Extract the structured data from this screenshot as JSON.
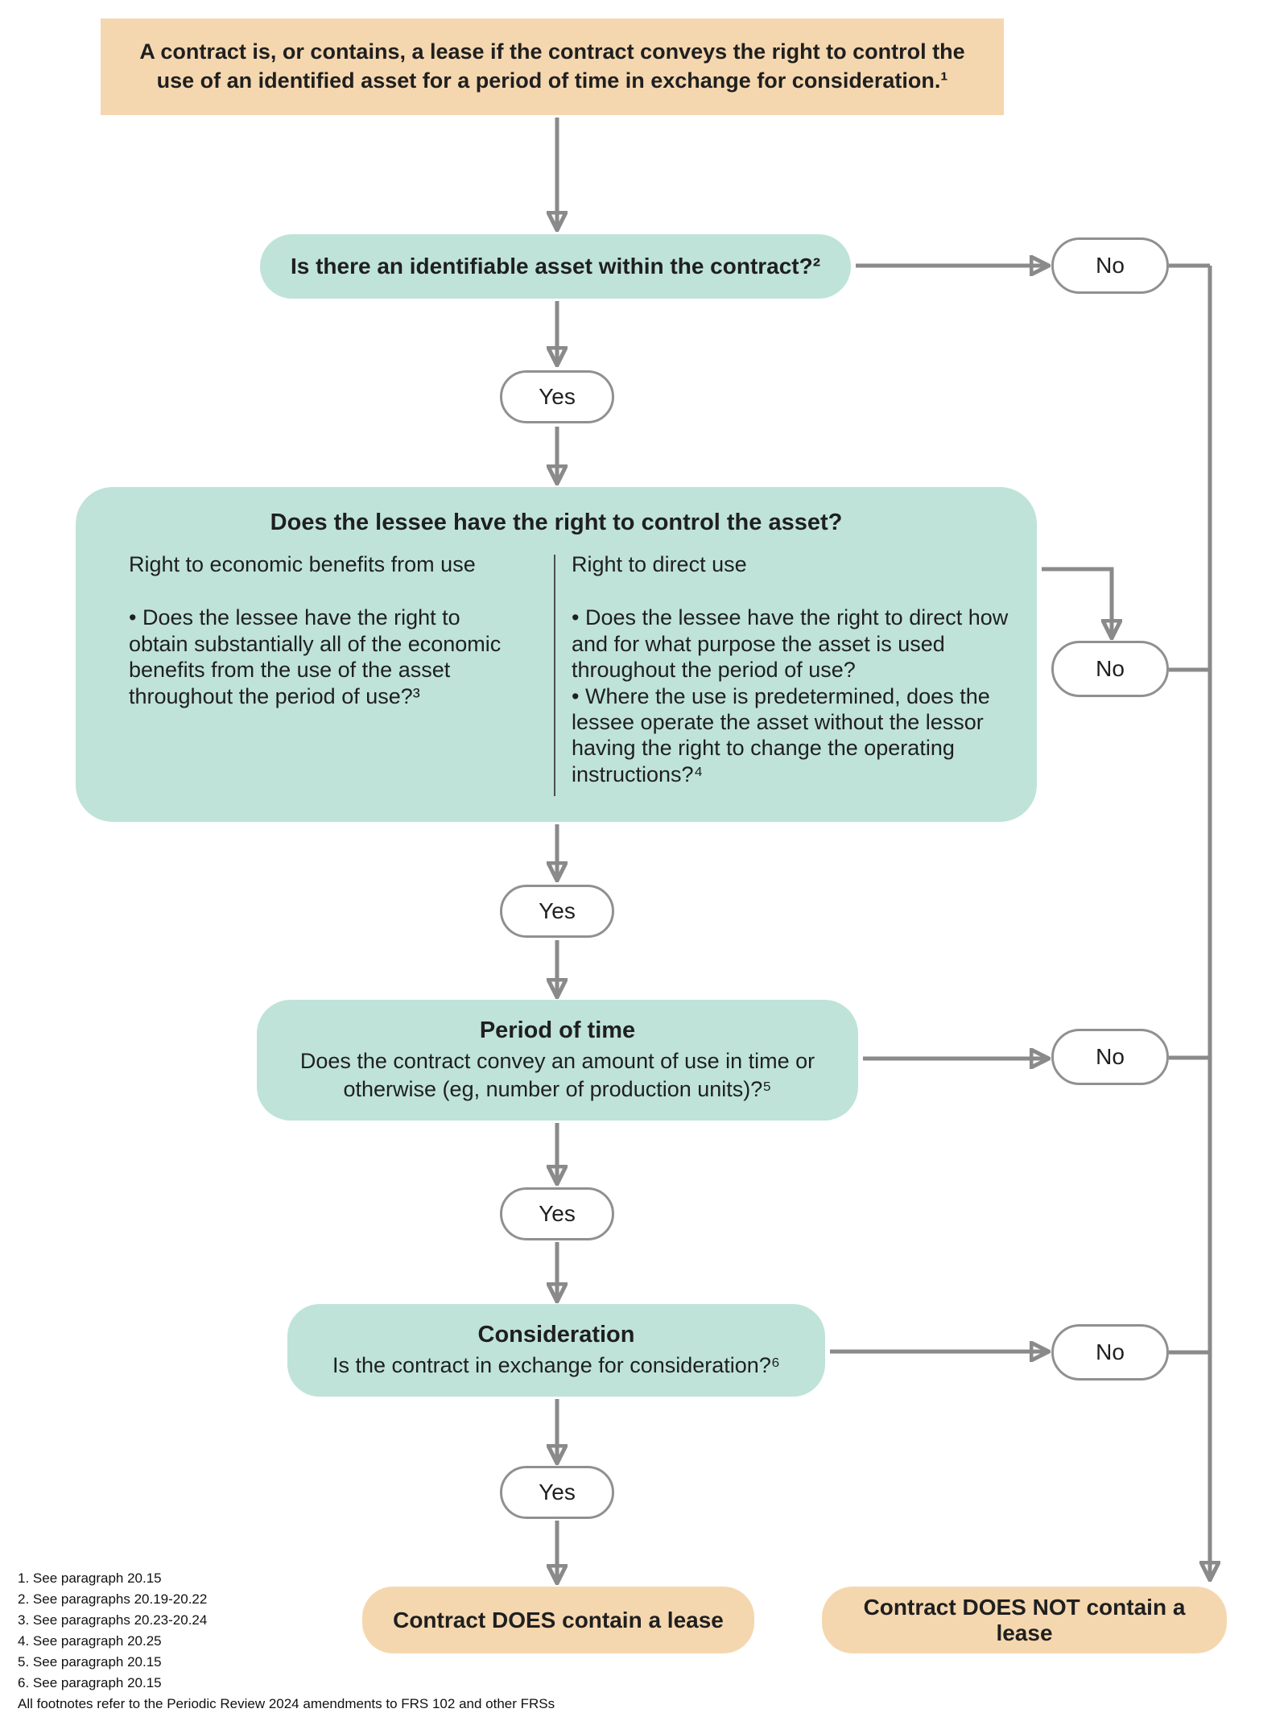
{
  "top_statement": "A contract is, or contains, a lease if the contract conveys the right to control the use of an identified asset for a period of time in exchange for consideration.¹",
  "q1": {
    "label": "Is there an identifiable asset within the contract?²"
  },
  "control_box": {
    "title": "Does the lessee have the right to control the asset?",
    "left": {
      "heading": "Right to economic benefits from use",
      "bullet1": "• Does the lessee have the right to obtain substantially all of the economic benefits from the use of the asset throughout the period of use?³"
    },
    "right": {
      "heading": "Right to direct use",
      "bullet1": "• Does the lessee have the right to direct how and for what purpose the asset is used throughout the period of use?",
      "bullet2": "• Where the use is predetermined, does the lessee operate the asset without the lessor having the right to change the operating instructions?⁴"
    }
  },
  "period_box": {
    "title": "Period of time",
    "body": "Does the contract convey an amount of use in time or otherwise (eg, number of production units)?⁵"
  },
  "consideration_box": {
    "title": "Consideration",
    "body": "Is the contract in exchange for consideration?⁶"
  },
  "labels": {
    "yes": "Yes",
    "no": "No"
  },
  "outcomes": {
    "contains": "Contract DOES contain a lease",
    "not_contains": "Contract DOES NOT contain a lease"
  },
  "footnotes": [
    "1. See paragraph 20.15",
    "2. See paragraphs 20.19-20.22",
    "3. See paragraphs 20.23-20.24",
    "4. See paragraph 20.25",
    "5. See paragraph 20.15",
    "6. See paragraph 20.15",
    "All footnotes refer to the Periodic Review 2024 amendments to FRS 102 and other FRSs"
  ],
  "colors": {
    "peach": "#f5d7af",
    "teal": "#bfe3d9",
    "arrow": "#8a8a8a",
    "divider": "#4f4f4f",
    "oval_border": "#909090",
    "text": "#1f1f1f"
  }
}
